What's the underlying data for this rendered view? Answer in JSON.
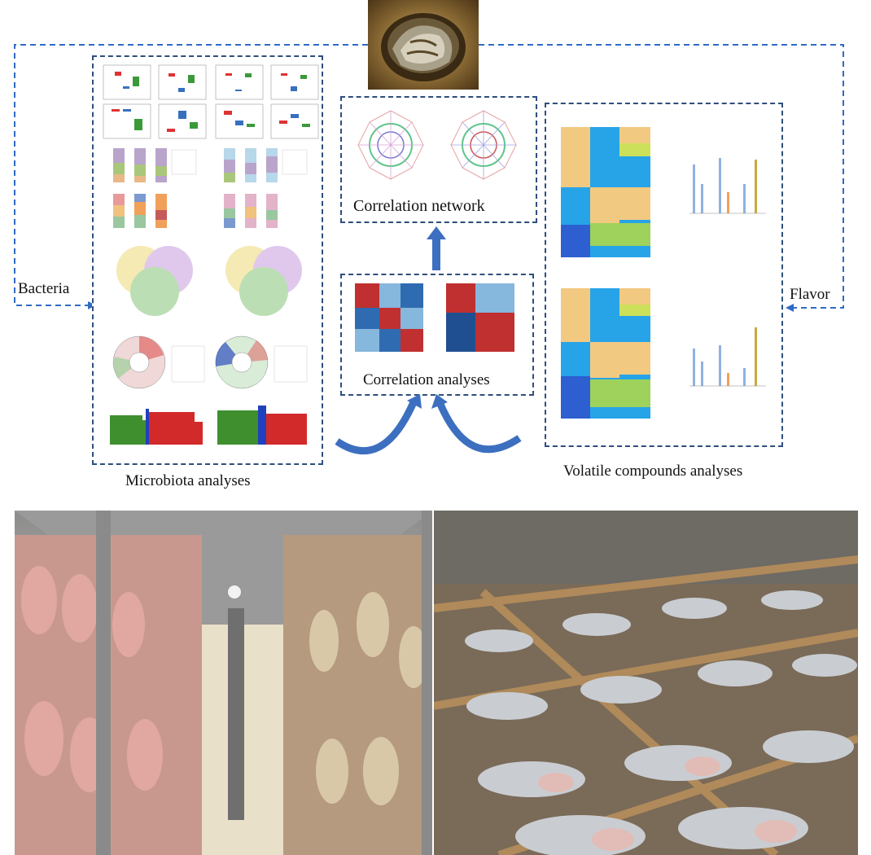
{
  "labels": {
    "bacteria": "Bacteria",
    "flavor": "Flavor",
    "microbiota": "Microbiota analyses",
    "correlation_network": "Correlation network",
    "correlation_analyses": "Correlation analyses",
    "volatile": "Volatile compounds analyses"
  },
  "colors": {
    "dash_line": "#2f6bc4",
    "box_border": "#2f4e7e",
    "arrow_fill": "#3d6fc0"
  },
  "icons": {
    "top_photo": "salted-fish-jar-photo",
    "bottom_left_photo": "drying-room-hanging-fish-photo",
    "bottom_right_photo": "fish-drying-racks-photo"
  }
}
